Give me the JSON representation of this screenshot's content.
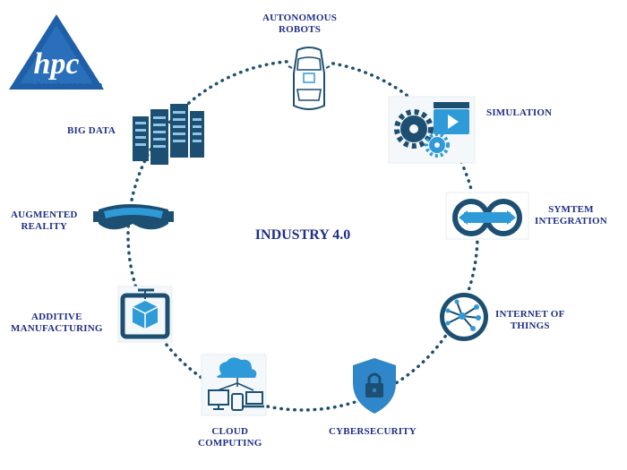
{
  "logo": {
    "mark": "hpc",
    "url": "www.haophuong.com",
    "icon": "triangle-logo-icon",
    "color": "#1f5fa8"
  },
  "title": "INDUSTRY 4.0",
  "colors": {
    "label": "#1f2f86",
    "icon_dark": "#1c4f72",
    "icon_light": "#2f9ad8",
    "ring": "#1f4f70"
  },
  "nodes": [
    {
      "id": "autonomous-robots",
      "icon": "car-icon",
      "lines": [
        "AUTONOMOUS",
        "ROBOTS"
      ]
    },
    {
      "id": "simulation",
      "icon": "gears-clapperboard-icon",
      "lines": [
        "SIMULATION"
      ]
    },
    {
      "id": "system-integration",
      "icon": "loop-arrows-icon",
      "lines": [
        "SYMTEM",
        "INTEGRATION"
      ]
    },
    {
      "id": "internet-of-things",
      "icon": "network-icon",
      "lines": [
        "INTERNET OF",
        "THINGS"
      ]
    },
    {
      "id": "cybersecurity",
      "icon": "shield-lock-icon",
      "lines": [
        "CYBERSECURITY"
      ]
    },
    {
      "id": "cloud-computing",
      "icon": "cloud-devices-icon",
      "lines": [
        "CLOUD",
        "COMPUTING"
      ]
    },
    {
      "id": "additive-manufacturing",
      "icon": "3d-printer-icon",
      "lines": [
        "ADDITIVE",
        "MANUFACTURING"
      ]
    },
    {
      "id": "augmented-reality",
      "icon": "vr-headset-icon",
      "lines": [
        "AUGMENTED",
        "REALITY"
      ]
    },
    {
      "id": "big-data",
      "icon": "server-rack-icon",
      "lines": [
        "BIG DATA"
      ]
    }
  ]
}
